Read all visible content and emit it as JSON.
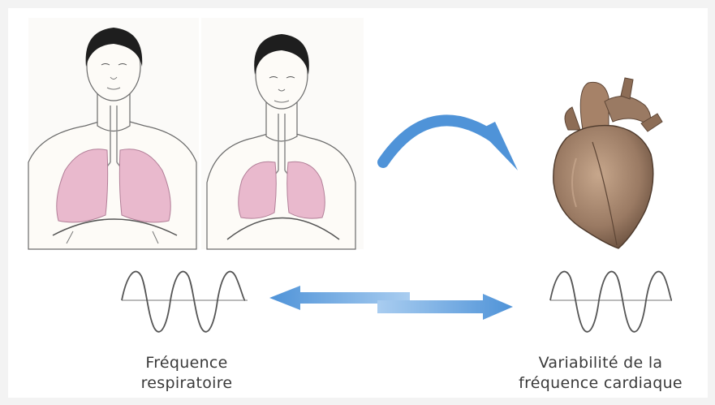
{
  "labels": {
    "respiratory_line1": "Fréquence",
    "respiratory_line2": "respiratoire",
    "hrv_line1": "Variabilité de la",
    "hrv_line2": "fréquence cardiaque"
  },
  "colors": {
    "arrow_blue": "#4f93d8",
    "arrow_light": "#9cc6ee",
    "lung_pink": "#e9b9cd",
    "heart_brown": "#9a7a63",
    "wave": "#555555"
  },
  "icons": [
    "person-inhale-icon",
    "person-exhale-icon",
    "curved-arrow-icon",
    "heart-icon",
    "sine-wave-icon",
    "double-arrow-icon"
  ]
}
